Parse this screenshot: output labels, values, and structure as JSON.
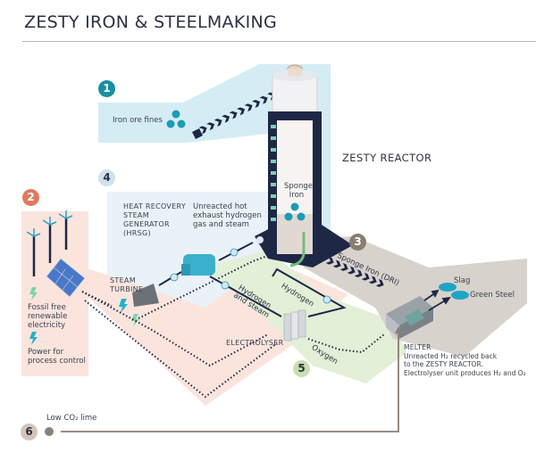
{
  "title": "ZESTY IRON & STEELMAKING",
  "colors": {
    "step1": "#1a8fa3",
    "step2": "#e07a5f",
    "step3": "#8a7d72",
    "step4": "#cfe1ee",
    "step5": "#c8dfb0",
    "step6": "#d4c4b8",
    "navy": "#1f2747",
    "teal": "#1ea5c6",
    "zone_blue": "#d6ecf4",
    "zone_pink": "#fbe4dc",
    "zone_green": "#e3efd6",
    "zone_grey": "#d8d2cc"
  },
  "steps": [
    {
      "number": "1",
      "label": "Iron ore fines"
    },
    {
      "number": "2",
      "labels": [
        "Fossil free renewable electricity",
        "Power for process control"
      ]
    },
    {
      "number": "3",
      "label": "Sponge Iron (DRI)"
    },
    {
      "number": "4",
      "label": "HEAT RECOVERY STEAM GENERATOR (HRSG)"
    },
    {
      "number": "5",
      "label": "ELECTROLYSER"
    },
    {
      "number": "6",
      "label": "Low CO₂ lime"
    }
  ],
  "reactor": {
    "title": "ZESTY REACTOR",
    "inner_label": "Sponge Iron"
  },
  "labels": {
    "iron_ore_fines": "Iron ore fines",
    "fossil_free_line1": "Fossil free",
    "fossil_free_line2": "renewable",
    "fossil_free_line3": "electricity",
    "power_line1": "Power for",
    "power_line2": "process control",
    "hrsg_line1": "HEAT RECOVERY",
    "hrsg_line2": "STEAM",
    "hrsg_line3": "GENERATOR",
    "hrsg_line4": "(HRSG)",
    "exhaust_line1": "Unreacted hot",
    "exhaust_line2": "exhaust hydrogen",
    "exhaust_line3": "gas and steam",
    "steam_turbine_line1": "STEAM",
    "steam_turbine_line2": "TURBINE",
    "sponge_line1": "Sponge",
    "sponge_line2": "Iron",
    "sponge_iron_dri": "Sponge Iron (DRI)",
    "hydrogen": "Hydrogen",
    "hydrogen_steam_line1": "Hydrogen",
    "hydrogen_steam_line2": "and steam",
    "oxygen": "Oxygen",
    "electrolyser": "ELECTROLYSER",
    "slag": "Slag",
    "green_steel": "Green Steel",
    "melter_title": "MELTER",
    "melter_line1": "Unreacted H₂ recycled back",
    "melter_line2": "to the ZESTY REACTOR.",
    "melter_line3": "Electrolyser unit produces H₂ and O₂",
    "lime": "Low CO₂ lime"
  }
}
